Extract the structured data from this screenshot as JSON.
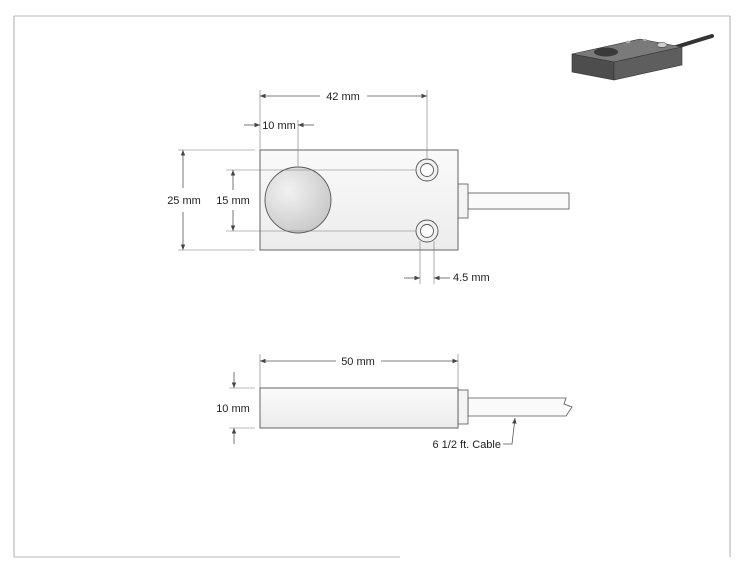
{
  "top_view": {
    "width_label": "42 mm",
    "hole_offset_label": "10 mm",
    "height_label": "25 mm",
    "hole_spacing_label": "15 mm",
    "mount_hole_label": "4.5 mm"
  },
  "side_view": {
    "length_label": "50 mm",
    "thickness_label": "10 mm",
    "cable_label": "6 1/2 ft. Cable"
  },
  "colors": {
    "body_fill": "#f7f7f7",
    "sensor_face": "#d9d9d9",
    "line": "#555555"
  }
}
